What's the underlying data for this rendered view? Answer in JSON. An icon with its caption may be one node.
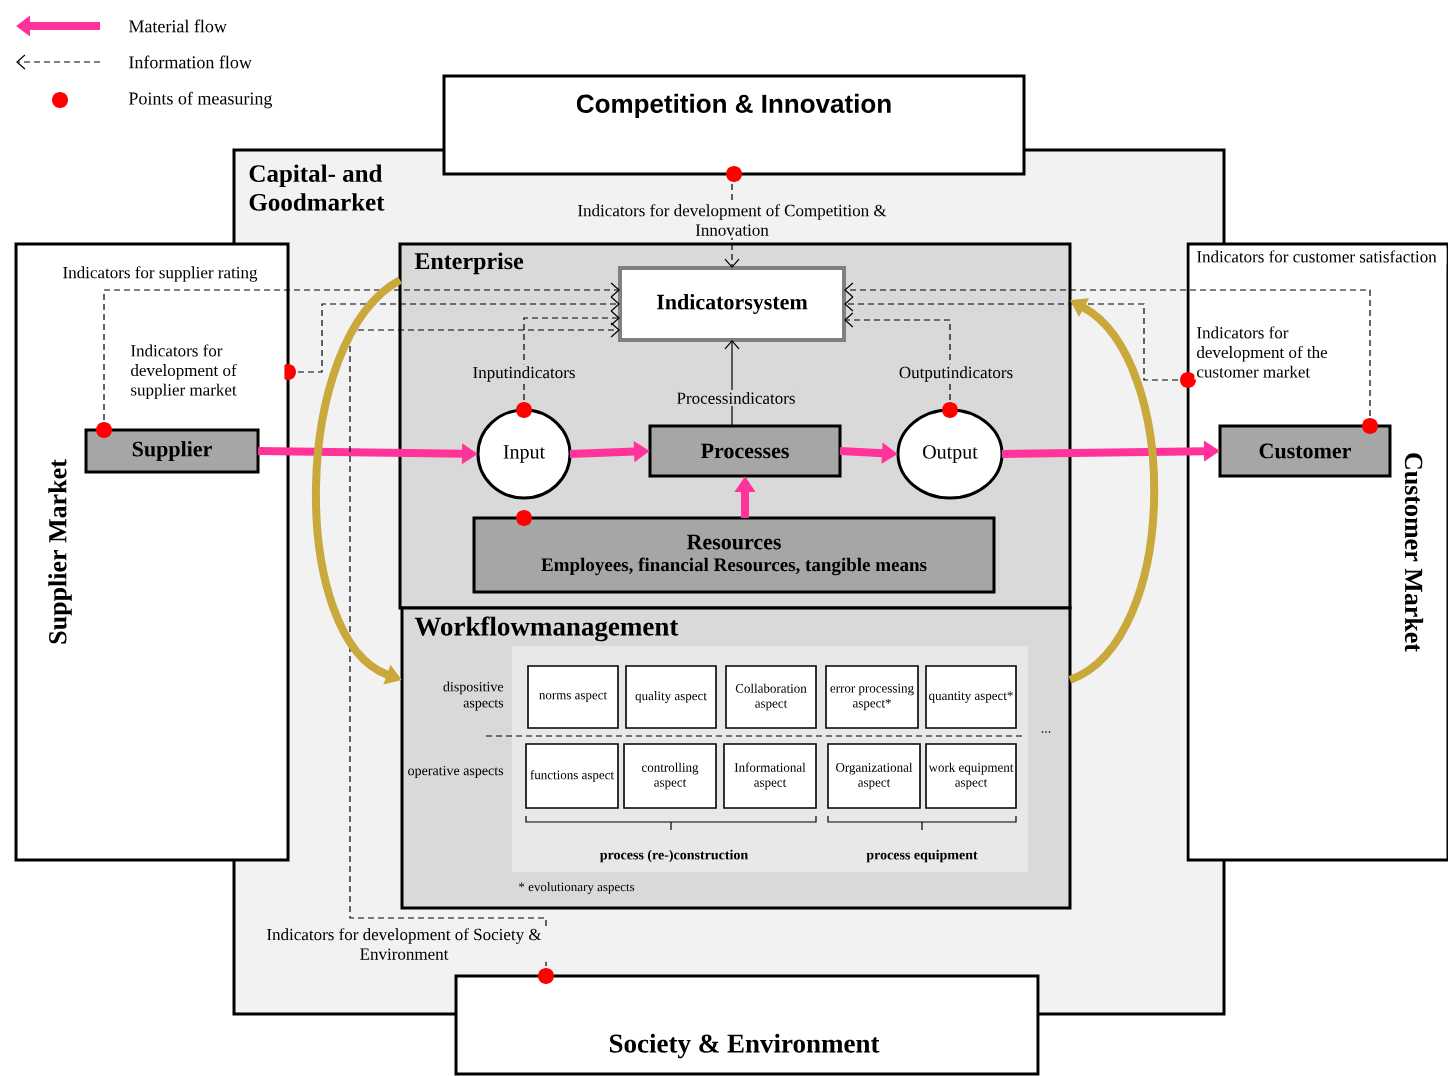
{
  "diagram": {
    "nodes": [
      {
        "text": [
          "Competition & Innovation"
        ]
      },
      {
        "text": [
          "Capital- and Goodmarket"
        ]
      },
      {
        "text": [
          "Supplier Market"
        ]
      },
      {
        "text": [
          "Customer Market"
        ]
      },
      {
        "text": [
          "Society & Environment"
        ]
      },
      {
        "text": [
          "Enterprise"
        ],
        "in": 1
      },
      {
        "text": [
          "Indicatorsystem"
        ],
        "in": 5
      },
      {
        "text": [
          "Input"
        ],
        "in": 5
      },
      {
        "text": [
          "Processes"
        ],
        "in": 5
      },
      {
        "text": [
          "Output"
        ],
        "in": 5
      },
      {
        "text": [
          "Resources",
          "Employees, financial Resources, tangible means"
        ],
        "in": 5
      },
      {
        "text": [
          "Workflowmanagement"
        ],
        "in": 1
      },
      {
        "text": [
          "norms aspect"
        ],
        "in": 11
      },
      {
        "text": [
          "quality aspect"
        ],
        "in": 11
      },
      {
        "text": [
          "Collaboration aspect"
        ],
        "in": 11
      },
      {
        "text": [
          "error processing aspect*"
        ],
        "in": 11
      },
      {
        "text": [
          "quantity aspect*"
        ],
        "in": 11
      },
      {
        "text": [
          "functions aspect"
        ],
        "in": 11
      },
      {
        "text": [
          "controlling aspect"
        ],
        "in": 11
      },
      {
        "text": [
          "Informational aspect"
        ],
        "in": 11
      },
      {
        "text": [
          "Organizational aspect"
        ],
        "in": 11
      },
      {
        "text": [
          "work equipment aspect"
        ],
        "in": 11
      },
      {
        "text": [
          "Supplier"
        ],
        "in": 2
      },
      {
        "text": [
          "Customer"
        ],
        "in": 3
      }
    ],
    "edges": [
      {
        "from": 22,
        "to": 7,
        "arrow": "to",
        "style": "thick",
        "color": "#ff3399"
      },
      {
        "from": 7,
        "to": 8,
        "arrow": "to",
        "style": "thick",
        "color": "#ff3399"
      },
      {
        "from": 8,
        "to": 9,
        "arrow": "to",
        "style": "thick",
        "color": "#ff3399"
      },
      {
        "from": 9,
        "to": 23,
        "arrow": "to",
        "style": "thick",
        "color": "#ff3399"
      },
      {
        "from": 10,
        "to": 8,
        "arrow": "to",
        "style": "thick",
        "color": "#ff3399"
      },
      {
        "from": 22,
        "to": 6,
        "arrow": "to",
        "style": "dashed",
        "label": "Indicators for supplier rating"
      },
      {
        "from": 2,
        "to": 6,
        "arrow": "to",
        "style": "dashed",
        "label": "Indicators for development of supplier market"
      },
      {
        "from": 7,
        "to": 6,
        "arrow": "to",
        "style": "dashed",
        "label": "Inputindicators"
      },
      {
        "from": 8,
        "to": 6,
        "arrow": "to",
        "label": "Processindicators"
      },
      {
        "from": 9,
        "to": 6,
        "arrow": "to",
        "style": "dashed",
        "label": "Outputindicators"
      },
      {
        "from": 0,
        "to": 6,
        "arrow": "to",
        "style": "dashed",
        "label": "Indicators for development of Competition & Innovation"
      },
      {
        "from": 23,
        "to": 6,
        "arrow": "to",
        "style": "dashed",
        "label": "Indicators for customer satisfaction"
      },
      {
        "from": 3,
        "to": 6,
        "arrow": "to",
        "style": "dashed",
        "label": "Indicators for development of the customer market"
      },
      {
        "from": 4,
        "to": 6,
        "arrow": "to",
        "style": "dashed",
        "label": "Indicators for development of Society & Environment"
      },
      {
        "from": 5,
        "to": 11,
        "arrow": "to",
        "style": "thick",
        "color": "#c9a83c"
      },
      {
        "from": 11,
        "to": 5,
        "arrow": "to",
        "style": "thick",
        "color": "#c9a83c"
      }
    ],
    "labels": [
      "dispositive aspects",
      "operative aspects",
      "...",
      "process (re-)construction",
      "process equipment",
      "* evolutionary aspects"
    ],
    "legend": [
      {
        "text": "Material flow"
      },
      {
        "text": "Information flow"
      },
      {
        "text": "Points of measuring"
      }
    ]
  }
}
